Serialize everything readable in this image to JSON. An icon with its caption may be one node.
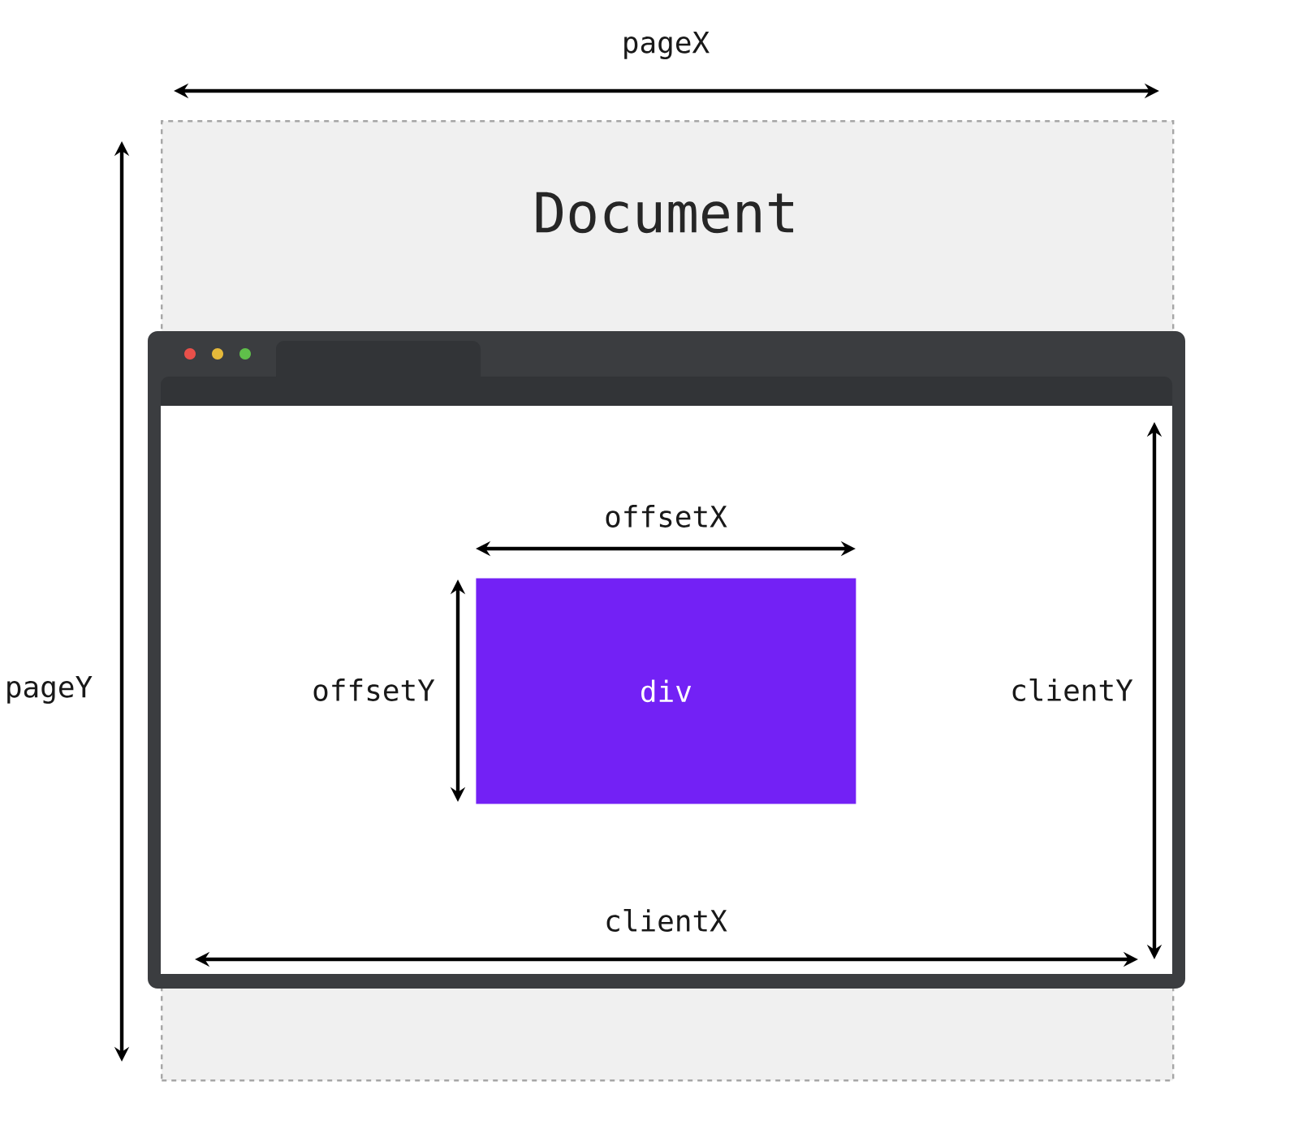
{
  "diagram": {
    "nodes": [
      {
        "text": [
          "Document"
        ]
      },
      {
        "text": [
          "div"
        ],
        "in": 0
      }
    ],
    "labels": [
      "pageX",
      "offsetX",
      "pageY",
      "offsetY",
      "clientY",
      "clientX"
    ]
  }
}
